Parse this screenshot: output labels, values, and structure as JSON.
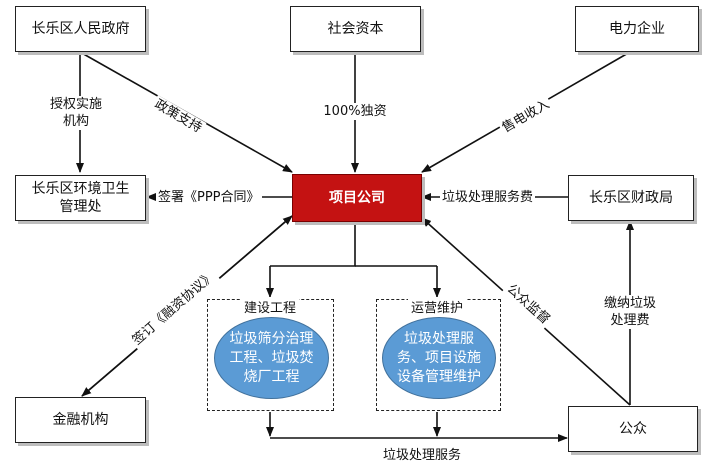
{
  "nodes": {
    "government": "长乐区人民政府",
    "capital": "社会资本",
    "power": "电力企业",
    "sanitation": "长乐区环境卫生管理处",
    "project": "项目公司",
    "finance_bureau": "长乐区财政局",
    "financial": "金融机构",
    "public": "公众"
  },
  "groups": {
    "construction": {
      "title": "建设工程",
      "content": "垃圾筛分治理工程、垃圾焚烧厂工程"
    },
    "operation": {
      "title": "运营维护",
      "content": "垃圾处理服务、项目设施设备管理维护"
    }
  },
  "edges": {
    "authorize": "授权实施机构",
    "policy": "政策支持",
    "equity": "100%独资",
    "power_sales": "售电收入",
    "ppp_contract": "签署《PPP合同》",
    "service_fee": "垃圾处理服务费",
    "financing": "签订《融资协议》",
    "public_supervision": "公众监督",
    "pay_fee": "缴纳垃圾处理费",
    "service": "垃圾处理服务"
  },
  "colors": {
    "project_fill": "#c41212",
    "ellipse_fill": "#5b9bd5"
  }
}
